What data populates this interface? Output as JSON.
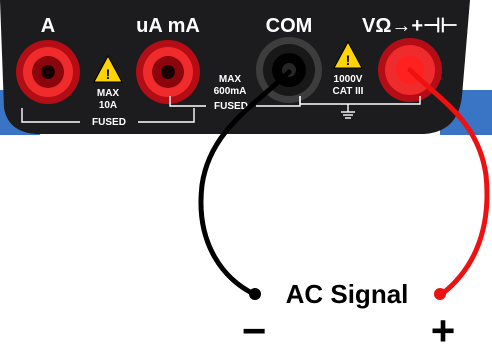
{
  "panel": {
    "terminal_labels": {
      "a": "A",
      "ua_ma": "uA mA",
      "com": "COM",
      "v_ohm": "VΩ→+⊣⊢"
    },
    "warnings": {
      "a": {
        "line1": "MAX",
        "line2": "10A"
      },
      "ma": {
        "line1": "MAX",
        "line2": "600mA"
      },
      "v": {
        "line1": "1000V",
        "line2": "CAT III"
      }
    },
    "fused_labels": {
      "left": "FUSED",
      "right": "FUSED"
    }
  },
  "signal": {
    "label": "AC Signal",
    "negative": "−",
    "positive": "+"
  },
  "colors": {
    "panel": "#1c1c1e",
    "panel_trim_blue": "#3a74c4",
    "jack_red": "#d8121b",
    "jack_black": "#111111",
    "wire_black": "#000000",
    "wire_red": "#ee1111",
    "warning_yellow": "#ffd400"
  }
}
